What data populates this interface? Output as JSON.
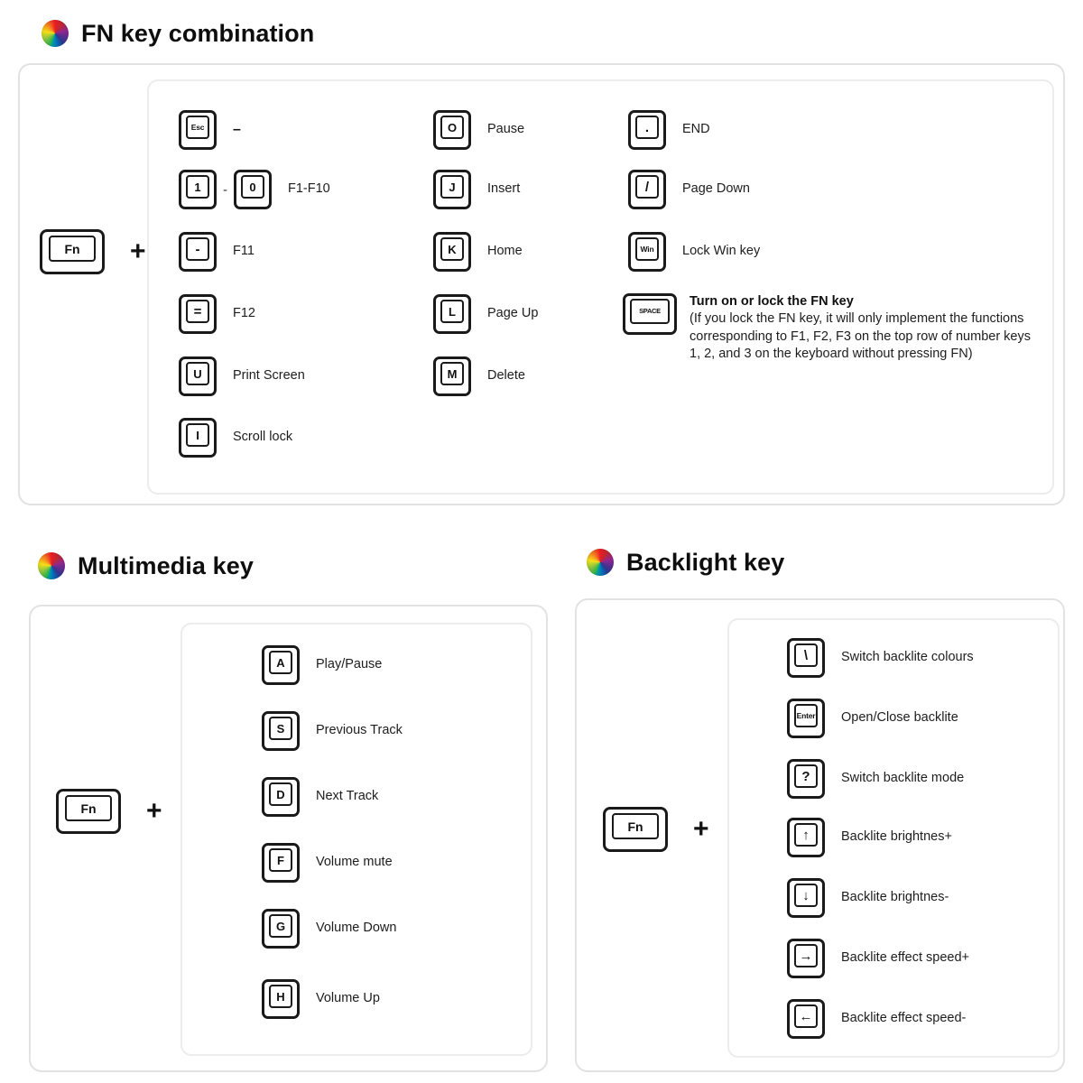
{
  "sections": {
    "fn": {
      "title": "FN key combination",
      "icon": "rainbow-color-wheel-icon",
      "modifier": {
        "key": "Fn",
        "plus": "+"
      },
      "columns": [
        {
          "rows": [
            {
              "keys": [
                "Esc"
              ],
              "label": "–"
            },
            {
              "keys": [
                "1",
                "0"
              ],
              "separator": "-",
              "label": "F1-F10"
            },
            {
              "keys": [
                "-"
              ],
              "label": "F11"
            },
            {
              "keys": [
                "="
              ],
              "label": "F12"
            },
            {
              "keys": [
                "U"
              ],
              "label": "Print Screen"
            },
            {
              "keys": [
                "I"
              ],
              "label": "Scroll lock"
            }
          ]
        },
        {
          "rows": [
            {
              "keys": [
                "O"
              ],
              "label": "Pause"
            },
            {
              "keys": [
                "J"
              ],
              "label": "Insert"
            },
            {
              "keys": [
                "K"
              ],
              "label": "Home"
            },
            {
              "keys": [
                "L"
              ],
              "label": "Page Up"
            },
            {
              "keys": [
                "M"
              ],
              "label": "Delete"
            }
          ]
        },
        {
          "rows": [
            {
              "keys": [
                "."
              ],
              "label": "END"
            },
            {
              "keys": [
                "/"
              ],
              "label": "Page Down"
            },
            {
              "keys": [
                "Win"
              ],
              "label": "Lock Win key"
            },
            {
              "keys": [
                "SPACE"
              ],
              "label": "Turn on or lock the FN key",
              "description": "(If you lock the FN key, it will only implement the functions corresponding to F1, F2, F3 on the top row of number keys 1, 2, and 3 on the keyboard without pressing FN)"
            }
          ]
        }
      ]
    },
    "multimedia": {
      "title": "Multimedia key",
      "icon": "rainbow-color-wheel-icon",
      "modifier": {
        "key": "Fn",
        "plus": "+"
      },
      "rows": [
        {
          "key": "A",
          "label": "Play/Pause"
        },
        {
          "key": "S",
          "label": "Previous Track"
        },
        {
          "key": "D",
          "label": "Next Track"
        },
        {
          "key": "F",
          "label": "Volume mute"
        },
        {
          "key": "G",
          "label": "Volume Down"
        },
        {
          "key": "H",
          "label": "Volume Up"
        }
      ]
    },
    "backlight": {
      "title": "Backlight key",
      "icon": "rainbow-color-wheel-icon",
      "modifier": {
        "key": "Fn",
        "plus": "+"
      },
      "rows": [
        {
          "key": "\\",
          "label": "Switch backlite colours"
        },
        {
          "key": "Enter",
          "label": "Open/Close backlite"
        },
        {
          "key": "?",
          "label": "Switch backlite mode"
        },
        {
          "key": "↑",
          "label": "Backlite brightnes+"
        },
        {
          "key": "↓",
          "label": "Backlite brightnes-"
        },
        {
          "key": "→",
          "label": "Backlite effect speed+"
        },
        {
          "key": "←",
          "label": "Backlite effect speed-"
        }
      ]
    }
  },
  "colors": {
    "panel_border": "#e2e2e2",
    "inner_border": "#ececec",
    "key_outline": "#1a1a1a",
    "text": "#141414",
    "background": "#ffffff"
  }
}
